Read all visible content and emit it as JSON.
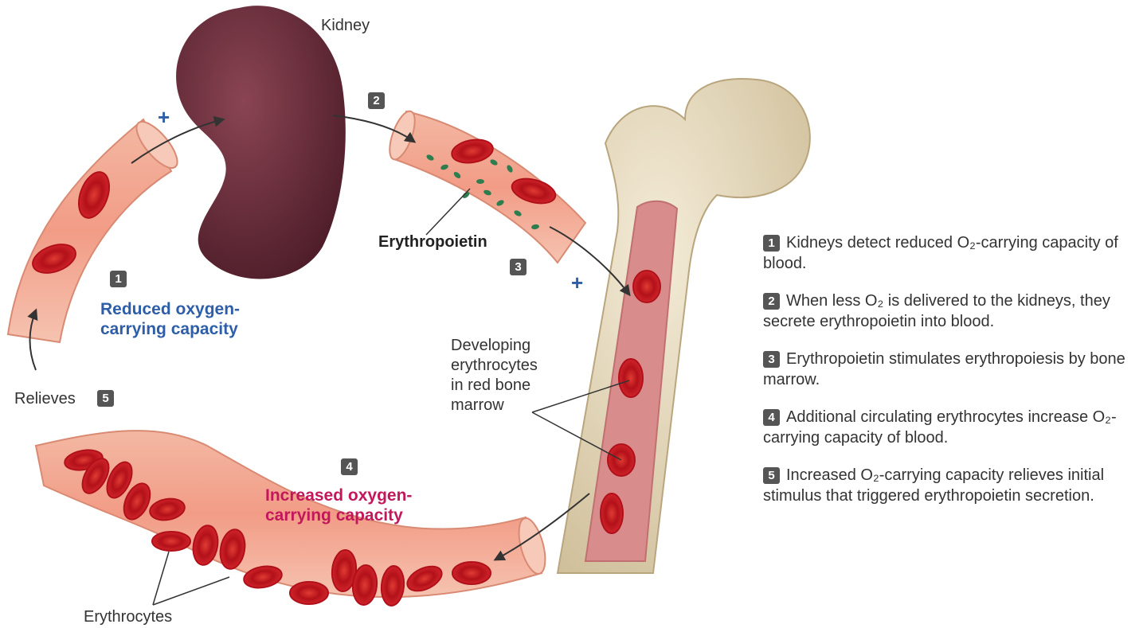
{
  "labels": {
    "kidney": "Kidney",
    "erythropoietin": "Erythropoietin",
    "reduced_capacity": "Reduced oxygen-\ncarrying capacity",
    "increased_capacity": "Increased oxygen-\ncarrying capacity",
    "developing": "Developing\nerythrocytes\nin red bone\nmarrow",
    "relieves": "Relieves",
    "erythrocytes": "Erythrocytes",
    "plus": "+"
  },
  "badges": {
    "b1": "1",
    "b2": "2",
    "b3": "3",
    "b4": "4",
    "b5": "5"
  },
  "steps": [
    {
      "num": "1",
      "text": "Kidneys detect reduced O₂-carrying capacity of blood."
    },
    {
      "num": "2",
      "text": "When less O₂ is delivered to the kidneys, they secrete erythropoietin into blood."
    },
    {
      "num": "3",
      "text": "Erythropoietin stimulates erythropoiesis by bone marrow."
    },
    {
      "num": "4",
      "text": "Additional circulating erythrocytes increase O₂-carrying capacity of blood."
    },
    {
      "num": "5",
      "text": "Increased O₂-carrying capacity relieves initial stimulus that triggered erythropoietin secretion."
    }
  ],
  "colors": {
    "vessel": "#f0a891",
    "kidney": "#6b2c3a",
    "bone": "#e8dcc0",
    "marrow": "#d98c8c",
    "rbc": "#c8141e",
    "blue_text": "#2e5ea8",
    "pink_text": "#c2185b"
  }
}
